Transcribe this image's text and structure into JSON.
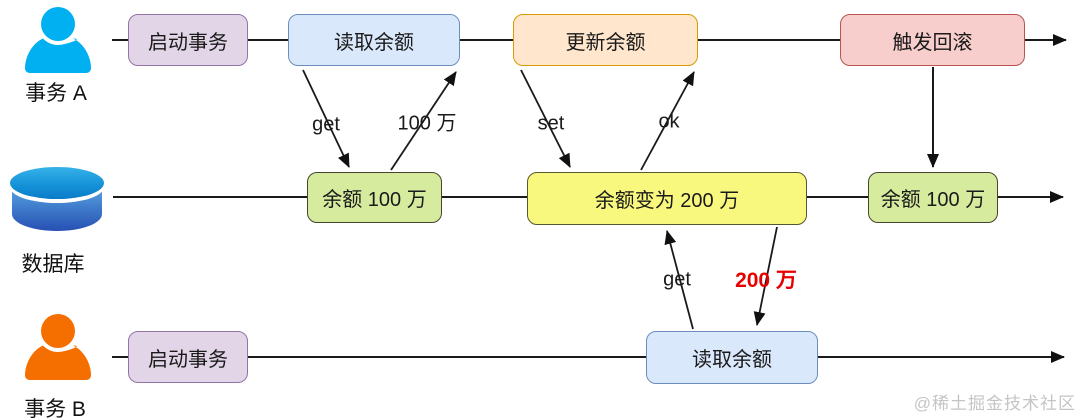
{
  "lanes": {
    "a": {
      "label": "事务 A"
    },
    "db": {
      "label": "数据库"
    },
    "b": {
      "label": "事务 B"
    }
  },
  "nodes": {
    "a_start": "启动事务",
    "a_read": "读取余额",
    "a_update": "更新余额",
    "a_rollback": "触发回滚",
    "db_balance_1": "余额 100 万",
    "db_balance_2": "余额变为 200 万",
    "db_balance_3": "余额 100 万",
    "b_start": "启动事务",
    "b_read": "读取余额"
  },
  "edge_labels": {
    "a_get": "get",
    "a_return": "100 万",
    "a_set": "set",
    "a_ok": "ok",
    "b_get": "get",
    "b_return": "200 万"
  },
  "colors": {
    "node_purple_fill": "#e1d5e7",
    "node_purple_border": "#9673a6",
    "node_blue_fill": "#dae8fc",
    "node_blue_border": "#6c8ebf",
    "node_orange_fill": "#ffe6cc",
    "node_orange_border": "#d79b00",
    "node_pink_fill": "#f8cecc",
    "node_pink_border": "#b85450",
    "node_green_fill": "#d7eb9e",
    "node_green_border": "#45462f",
    "node_yellow_fill": "#f9f87e",
    "node_yellow_border": "#57572f",
    "highlight_red": "#e60000",
    "actor_a": "#00b0f0",
    "actor_b": "#f56e00",
    "line": "#1a1a1a"
  },
  "watermark": "@稀土掘金技术社区"
}
